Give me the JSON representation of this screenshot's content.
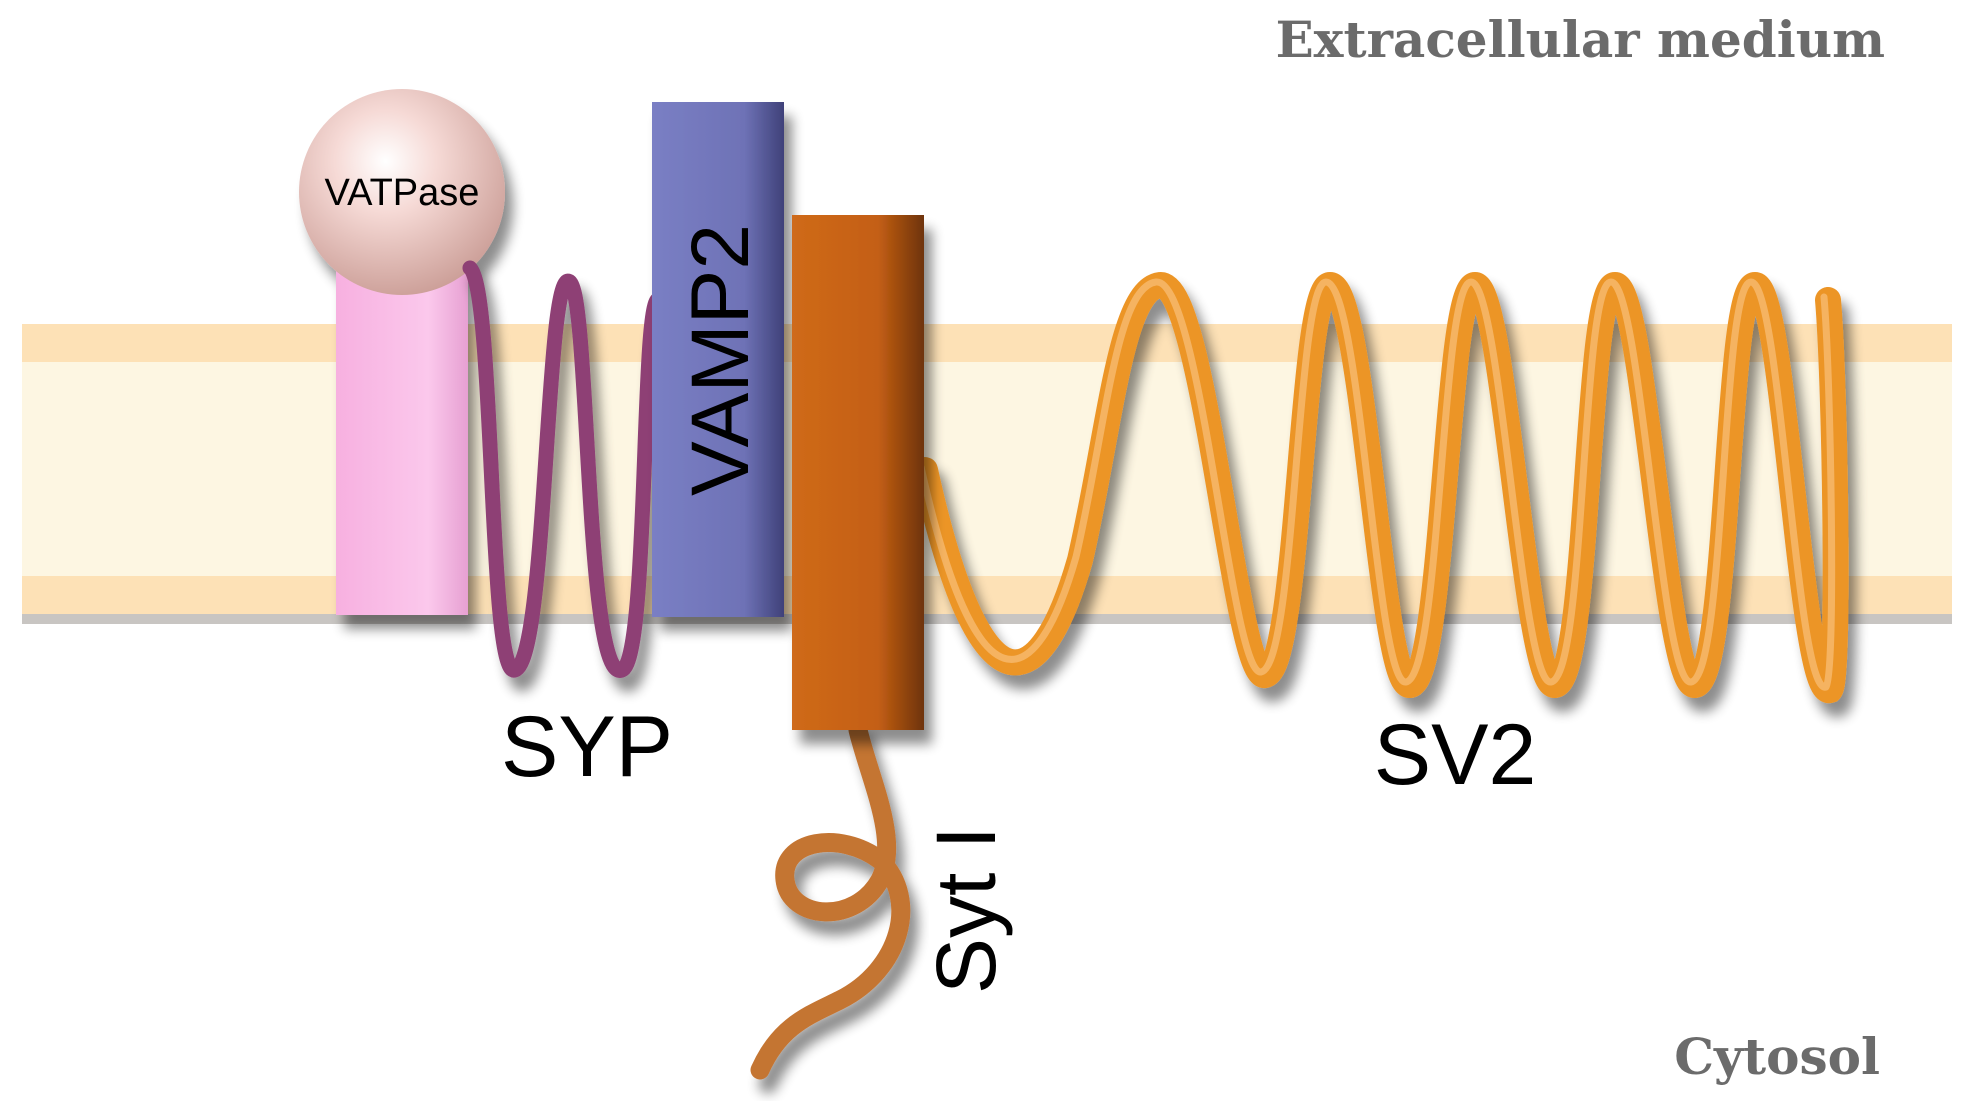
{
  "regions": {
    "extracellular": "Extracellular medium",
    "cytosol": "Cytosol"
  },
  "proteins": {
    "vatpase": "VATPase",
    "vamp2": "VAMP2",
    "syp": "SYP",
    "sytI": "Syt I",
    "sv2": "SV2"
  },
  "colors": {
    "membrane_leaflet": "#fde0b4",
    "membrane_core": "#fdf6e3",
    "vatpase_stalk": "#f8b9e4",
    "vatpase_ball": "#f3cdc8",
    "syp": "#8e3f74",
    "vamp2": "#7074b8",
    "syt_block": "#c86418",
    "syt_tail": "#c47433",
    "sv2": "#ec9527"
  }
}
